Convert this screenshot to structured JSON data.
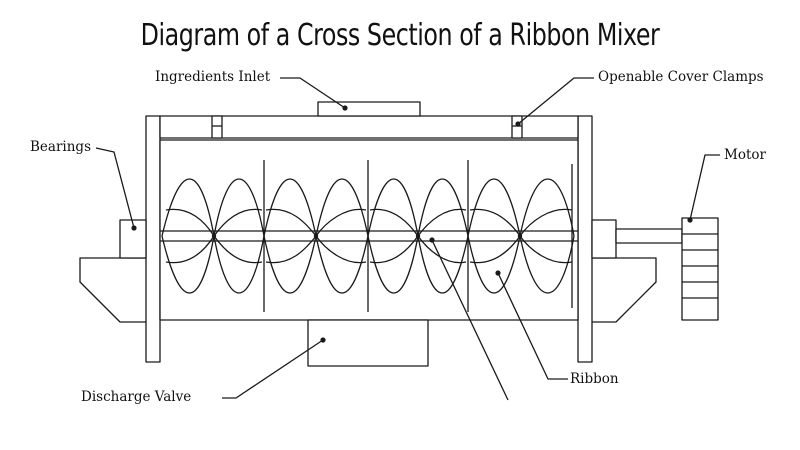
{
  "diagram": {
    "title": "Diagram of a Cross Section of a Ribbon Mixer",
    "labels": {
      "ingredients_inlet": "Ingredients Inlet",
      "openable_cover_clamps": "Openable Cover Clamps",
      "bearings": "Bearings",
      "motor": "Motor",
      "ribbon": "Ribbon",
      "discharge_valve": "Discharge Valve"
    },
    "colors": {
      "stroke": "#1a1a1a",
      "background": "#ffffff"
    }
  }
}
